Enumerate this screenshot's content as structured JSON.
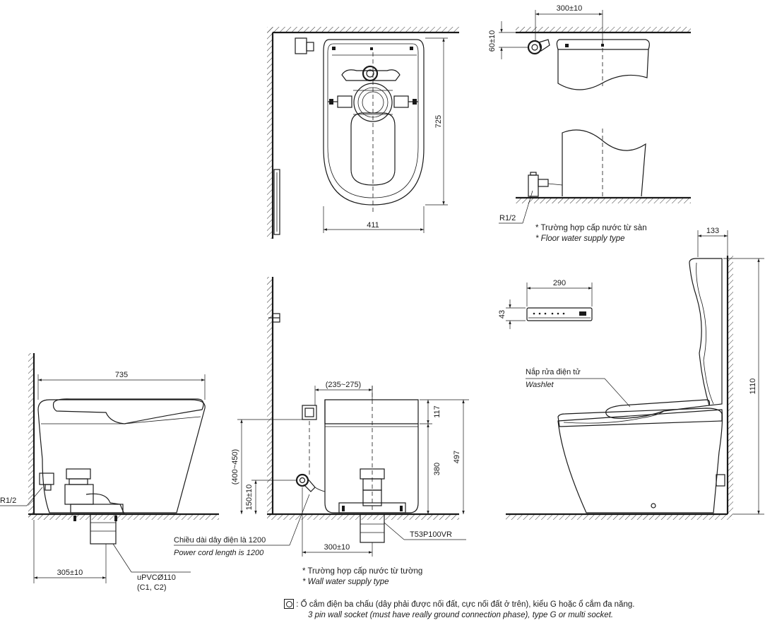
{
  "dimensions": {
    "top_width": "411",
    "top_depth": "725",
    "floor_supply_offset": "300±10",
    "floor_supply_height": "60±10",
    "side_length": "735",
    "drain_offset": "305±10",
    "front_range": "(235~275)",
    "tank_height": "117",
    "seat_height": "380",
    "total_height": "497",
    "socket_height": "(400~450)",
    "wall_supply_height": "150±10",
    "wall_supply_offset": "300±10",
    "remote_width": "290",
    "remote_height": "43",
    "lid_depth": "133",
    "lid_open_height": "1110"
  },
  "labels": {
    "r12_floor": "R1/2",
    "r12_side": "R1/2",
    "pipe_line1": "uPVCØ110",
    "pipe_line2": "(C1, C2)",
    "model": "T53P100VR",
    "washlet_vi": "Nắp rửa điện tử",
    "washlet_en": "Washlet",
    "cord_vi": "Chiều dài dây điện là 1200",
    "cord_en": "Power cord length is 1200"
  },
  "notes": {
    "floor_vi": "* Trường hợp cấp nước từ sàn",
    "floor_en": "* Floor water supply type",
    "wall_vi": "* Trường hợp cấp nước từ tường",
    "wall_en": "* Wall water supply type",
    "socket_vi": ": Ổ cắm điện ba chấu (dây phải được nối đất, cực nối đất ở trên), kiểu G hoặc ổ cắm đa năng.",
    "socket_en": "3 pin wall socket (must have really ground connection phase), type G or multi socket."
  }
}
